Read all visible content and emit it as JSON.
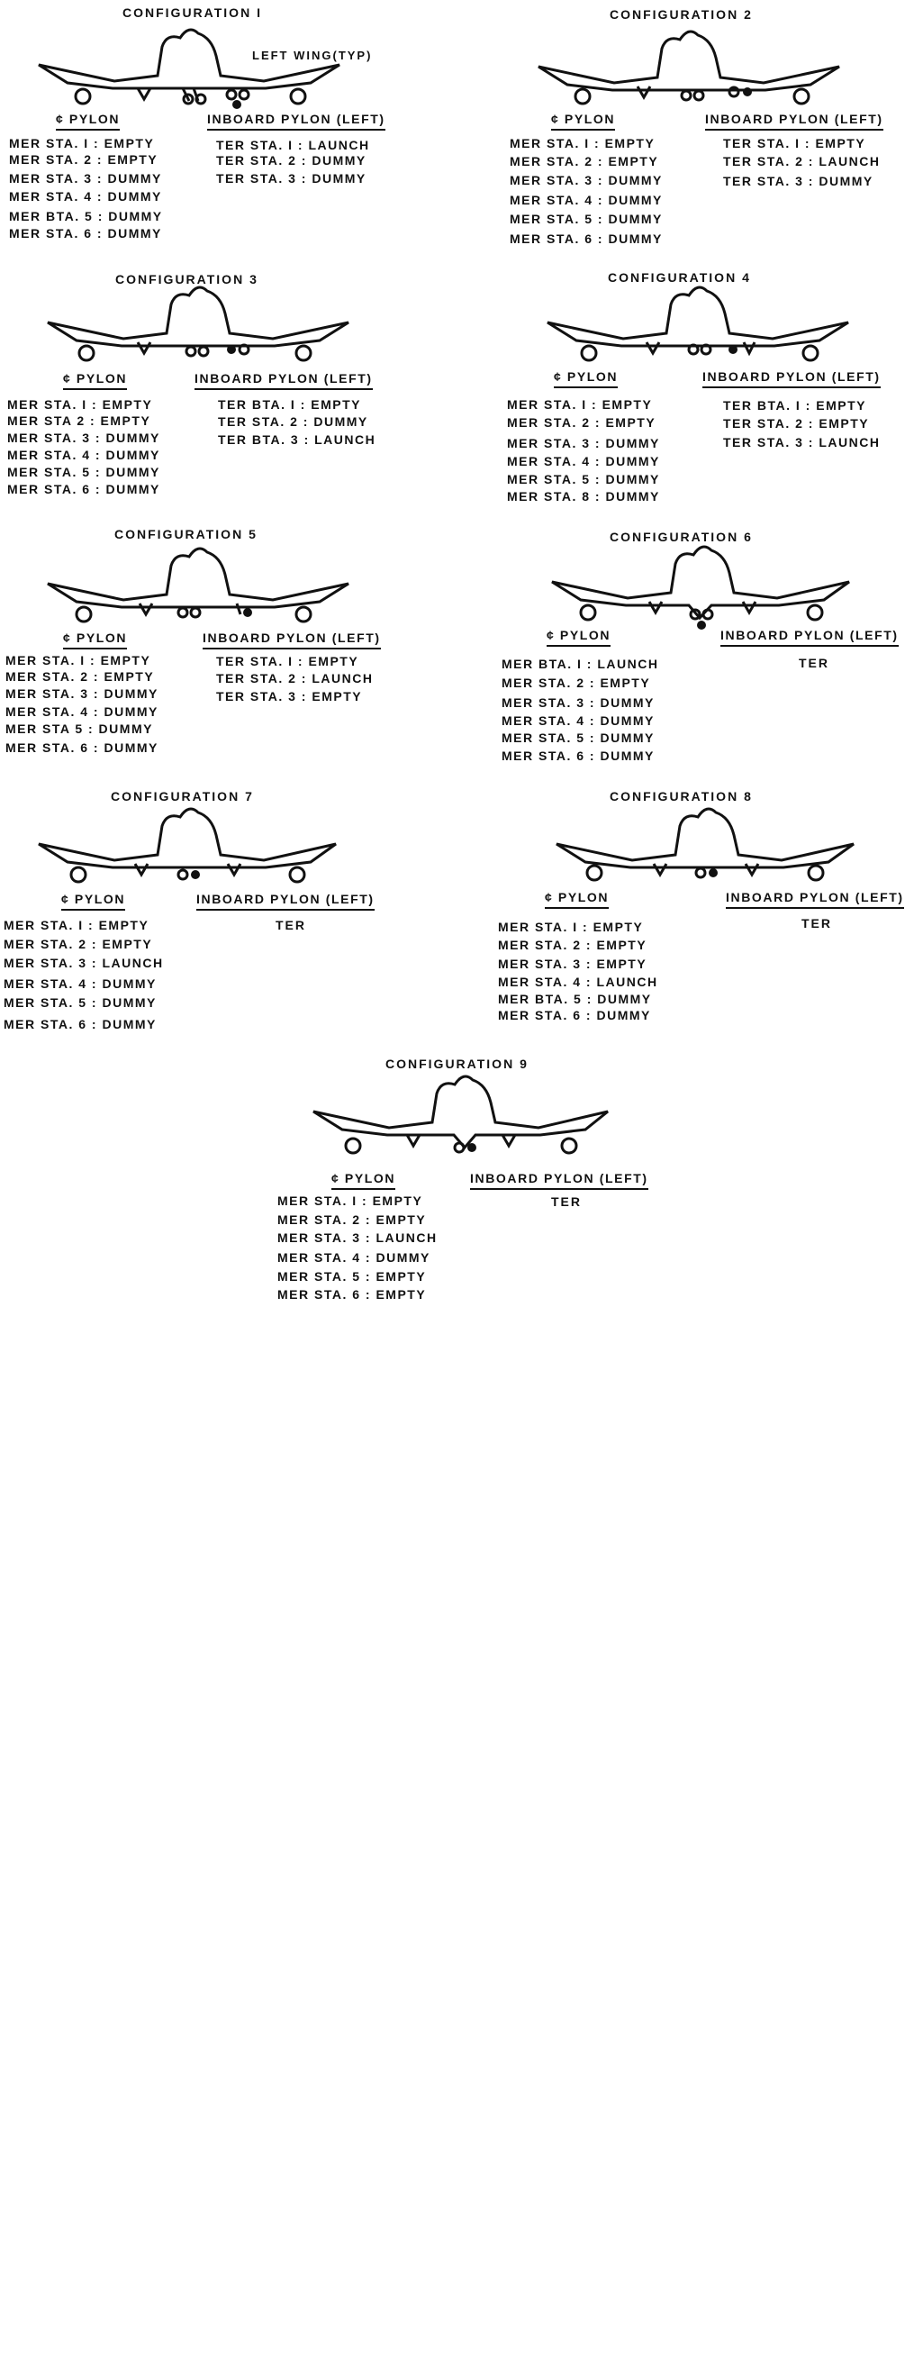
{
  "configurations": [
    {
      "title": "CONFIGURATION I",
      "note": "LEFT WING(TYP)",
      "center_header": "¢ PYLON",
      "inboard_header": "INBOARD PYLON (LEFT)",
      "center": [
        "MER STA. I : EMPTY",
        "MER STA. 2 : EMPTY",
        "MER STA. 3 : DUMMY",
        "MER STA. 4 : DUMMY",
        "MER BTA. 5 : DUMMY",
        "MER STA. 6 : DUMMY"
      ],
      "inboard": [
        "TER STA. I : LAUNCH",
        "TER STA. 2 : DUMMY",
        "TER STA. 3 : DUMMY"
      ]
    },
    {
      "title": "CONFIGURATION 2",
      "center_header": "¢ PYLON",
      "inboard_header": "INBOARD PYLON (LEFT)",
      "center": [
        "MER STA. I : EMPTY",
        "MER STA. 2 : EMPTY",
        "MER STA. 3 : DUMMY",
        "MER STA. 4 : DUMMY",
        "MER STA. 5 : DUMMY",
        "MER STA. 6 : DUMMY"
      ],
      "inboard": [
        "TER STA. I : EMPTY",
        "TER STA. 2 : LAUNCH",
        "TER STA. 3 : DUMMY"
      ]
    },
    {
      "title": "CONFIGURATION 3",
      "center_header": "¢ PYLON",
      "inboard_header": "INBOARD PYLON (LEFT)",
      "center": [
        "MER STA. I : EMPTY",
        "MER STA 2 : EMPTY",
        "MER STA. 3 : DUMMY",
        "MER STA. 4 : DUMMY",
        "MER STA. 5 : DUMMY",
        "MER STA. 6 : DUMMY"
      ],
      "inboard": [
        "TER BTA. I : EMPTY",
        "TER STA. 2 : DUMMY",
        "TER BTA. 3 : LAUNCH"
      ]
    },
    {
      "title": "CONFIGURATION 4",
      "center_header": "¢ PYLON",
      "inboard_header": "INBOARD PYLON (LEFT)",
      "center": [
        "MER STA. I : EMPTY",
        "MER STA. 2 : EMPTY",
        "MER STA. 3 : DUMMY",
        "MER STA. 4 : DUMMY",
        "MER STA. 5 : DUMMY",
        "MER STA. 8 : DUMMY"
      ],
      "inboard": [
        "TER BTA. I : EMPTY",
        "TER STA. 2 : EMPTY",
        "TER STA. 3 : LAUNCH"
      ]
    },
    {
      "title": "CONFIGURATION 5",
      "center_header": "¢ PYLON",
      "inboard_header": "INBOARD PYLON (LEFT)",
      "center": [
        "MER STA. I : EMPTY",
        "MER STA. 2 : EMPTY",
        "MER STA. 3 : DUMMY",
        "MER STA. 4 : DUMMY",
        "MER STA 5 : DUMMY",
        "MER STA. 6 : DUMMY"
      ],
      "inboard": [
        "TER STA. I : EMPTY",
        "TER STA. 2 : LAUNCH",
        "TER STA. 3 : EMPTY"
      ]
    },
    {
      "title": "CONFIGURATION 6",
      "center_header": "¢ PYLON",
      "inboard_header": "INBOARD PYLON (LEFT)",
      "inboard_text": "TER",
      "center": [
        "MER BTA. I : LAUNCH",
        "MER STA. 2 : EMPTY",
        "MER STA. 3 : DUMMY",
        "MER STA. 4 : DUMMY",
        "MER STA. 5 : DUMMY",
        "MER STA. 6 : DUMMY"
      ]
    },
    {
      "title": "CONFIGURATION 7",
      "center_header": "¢ PYLON",
      "inboard_header": "INBOARD PYLON (LEFT)",
      "inboard_text": "TER",
      "center": [
        "MER STA. I : EMPTY",
        "MER STA. 2 : EMPTY",
        "MER STA. 3 : LAUNCH",
        "MER STA. 4 : DUMMY",
        "MER STA. 5 : DUMMY",
        "MER STA. 6 : DUMMY"
      ]
    },
    {
      "title": "CONFIGURATION 8",
      "center_header": "¢ PYLON",
      "inboard_header": "INBOARD PYLON (LEFT)",
      "inboard_text": "TER",
      "center": [
        "MER STA. I : EMPTY",
        "MER STA. 2 : EMPTY",
        "MER STA. 3 : EMPTY",
        "MER STA. 4 : LAUNCH",
        "MER BTA. 5 : DUMMY",
        "MER STA. 6 : DUMMY"
      ]
    },
    {
      "title": "CONFIGURATION 9",
      "center_header": "¢ PYLON",
      "inboard_header": "INBOARD PYLON (LEFT)",
      "inboard_text": "TER",
      "center": [
        "MER STA. I : EMPTY",
        "MER STA. 2 : EMPTY",
        "MER STA. 3 : LAUNCH",
        "MER STA. 4 : DUMMY",
        "MER STA. 5 : EMPTY",
        "MER STA. 6 : EMPTY"
      ]
    }
  ]
}
